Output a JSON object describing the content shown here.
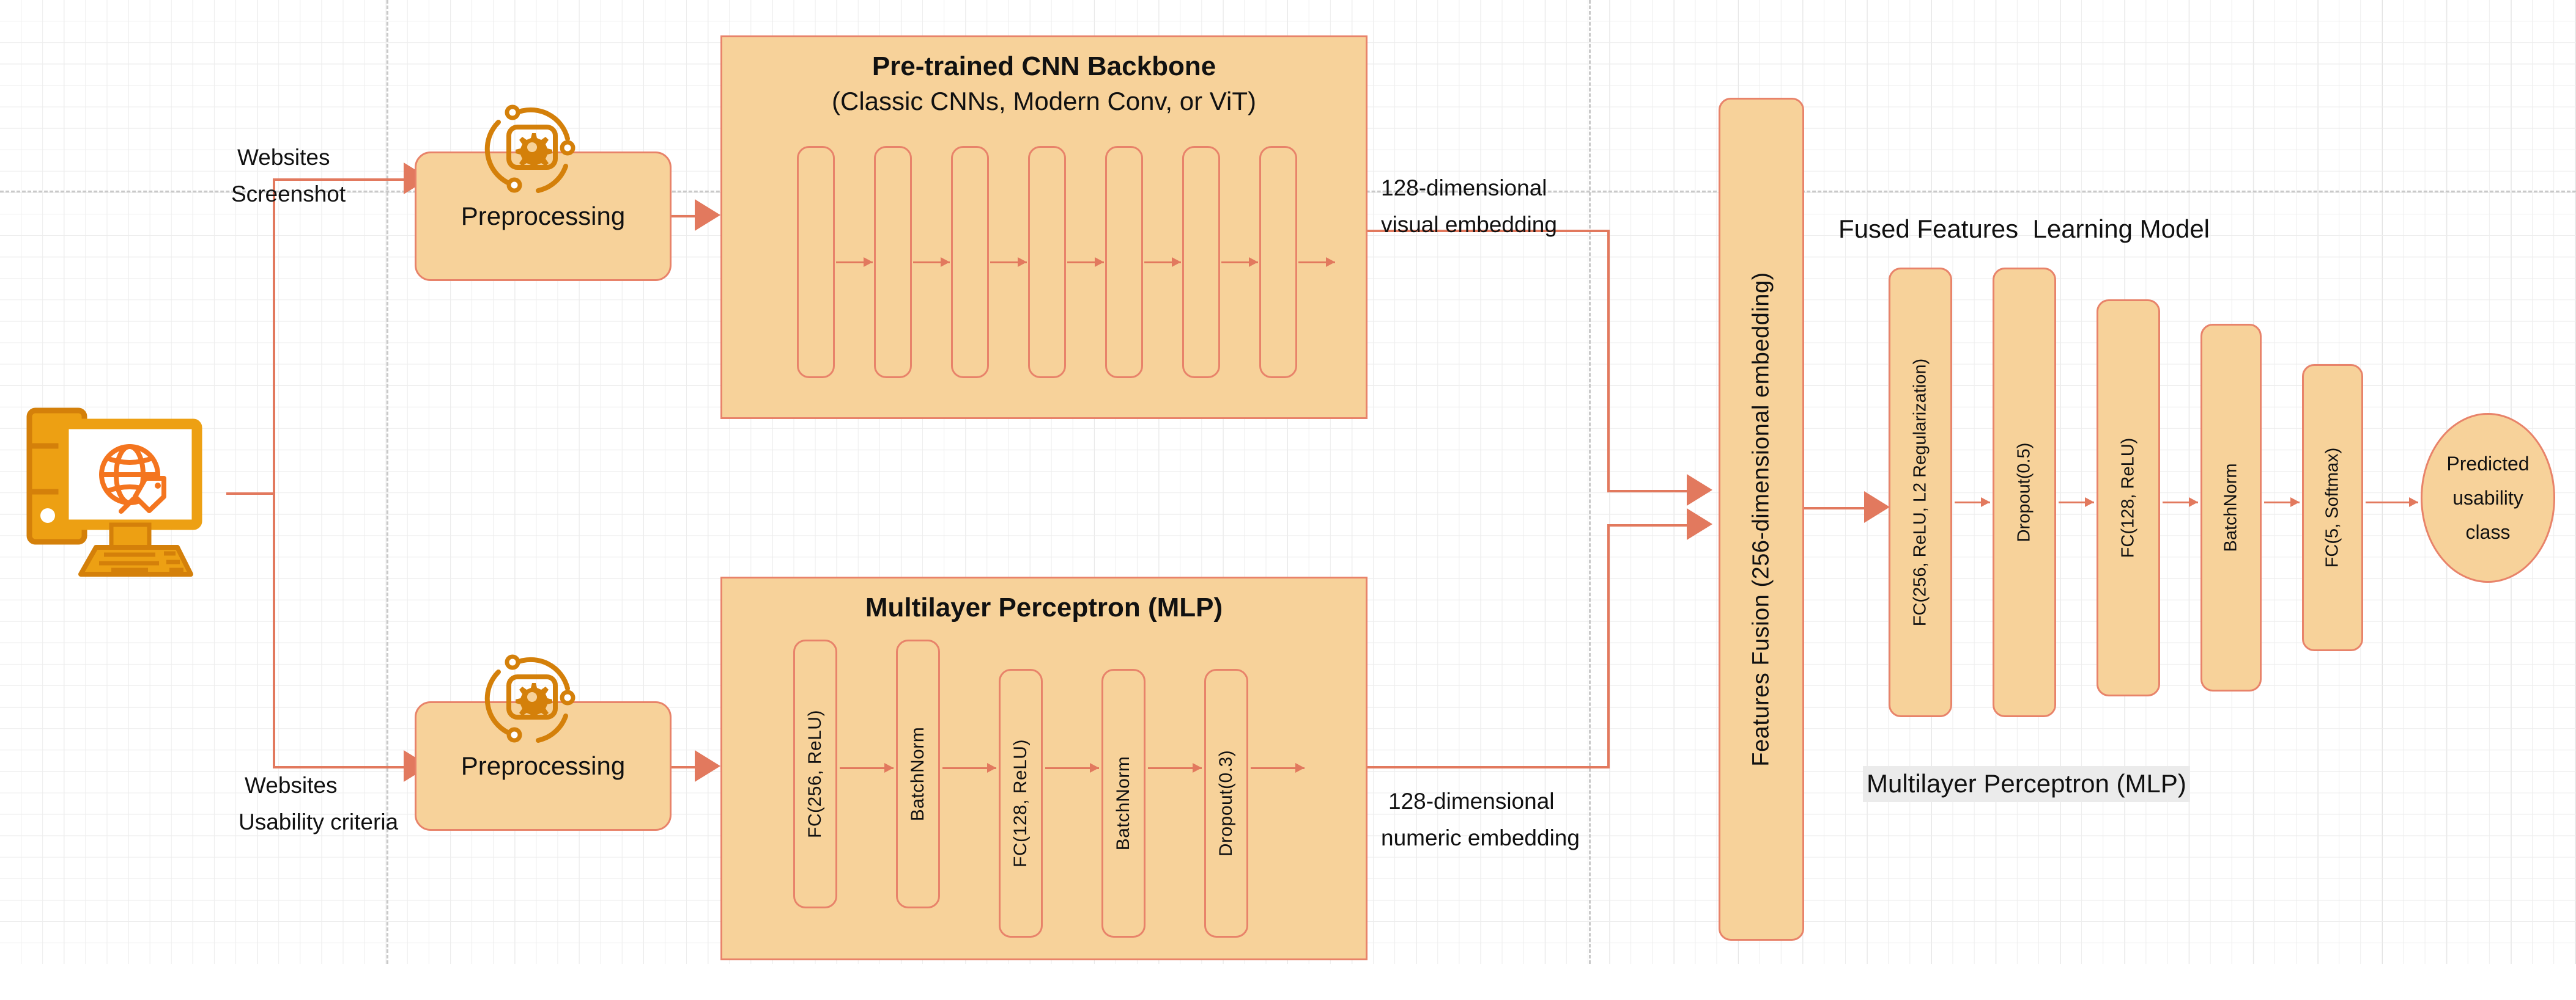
{
  "diagram": {
    "title": "Multimodal deep learning architecture for website usability classification",
    "colors": {
      "box_fill": "#f7d29a",
      "box_stroke": "#e8836a",
      "connector": "#e2795e",
      "icon_orange": "#e8900c",
      "icon_orange_dark": "#d4800a",
      "globe_orange": "#f4751f",
      "grid_minor": "#ededed",
      "grid_major": "#dcdcdc",
      "page_guide": "#c9c9c9",
      "caption_highlight": "#ebebeb",
      "text": "#111111"
    }
  },
  "input_source": {
    "icon": "desktop-computer-website-icon",
    "screen_icon": "globe-tag-icon"
  },
  "edge_labels": {
    "websites_screenshot_line1": "Websites",
    "websites_screenshot_line2": "Screenshot",
    "usability_criteria_line1": "Websites",
    "usability_criteria_line2": "Usability criteria",
    "visual_embedding_line1": "128-dimensional",
    "visual_embedding_line2": "visual embedding",
    "numeric_embedding_line1": "128-dimensional",
    "numeric_embedding_line2": "numeric embedding"
  },
  "preprocessing_top": {
    "label": "Preprocessing",
    "icon": "gear-orbit-icon"
  },
  "preprocessing_bottom": {
    "label": "Preprocessing",
    "icon": "gear-orbit-icon"
  },
  "cnn_backbone": {
    "title_line1": "Pre-trained CNN Backbone",
    "title_line2": "(Classic CNNs, Modern Conv, or ViT)",
    "layers": [
      "",
      "",
      "",
      "",
      "",
      "",
      ""
    ]
  },
  "mlp_numeric": {
    "title": "Multilayer Perceptron (MLP)",
    "layers": [
      {
        "label": "FC(256, ReLU)"
      },
      {
        "label": "BatchNorm"
      },
      {
        "label": "FC(128, ReLU)"
      },
      {
        "label": "BatchNorm"
      },
      {
        "label": "Dropout(0.3)"
      }
    ]
  },
  "fusion": {
    "label": "Features Fusion (256-dimensional embedding)"
  },
  "fused_model": {
    "title": "Fused Features  Learning Model",
    "caption": "Multilayer Perceptron (MLP)",
    "layers": [
      {
        "label": "FC(256, ReLU, L2 Regularization)"
      },
      {
        "label": "Dropout(0.5)"
      },
      {
        "label": "FC(128, ReLU)"
      },
      {
        "label": "BatchNorm"
      },
      {
        "label": "FC(5, Softmax)"
      }
    ]
  },
  "output": {
    "line1": "Predicted",
    "line2": "usability",
    "line3": "class"
  }
}
